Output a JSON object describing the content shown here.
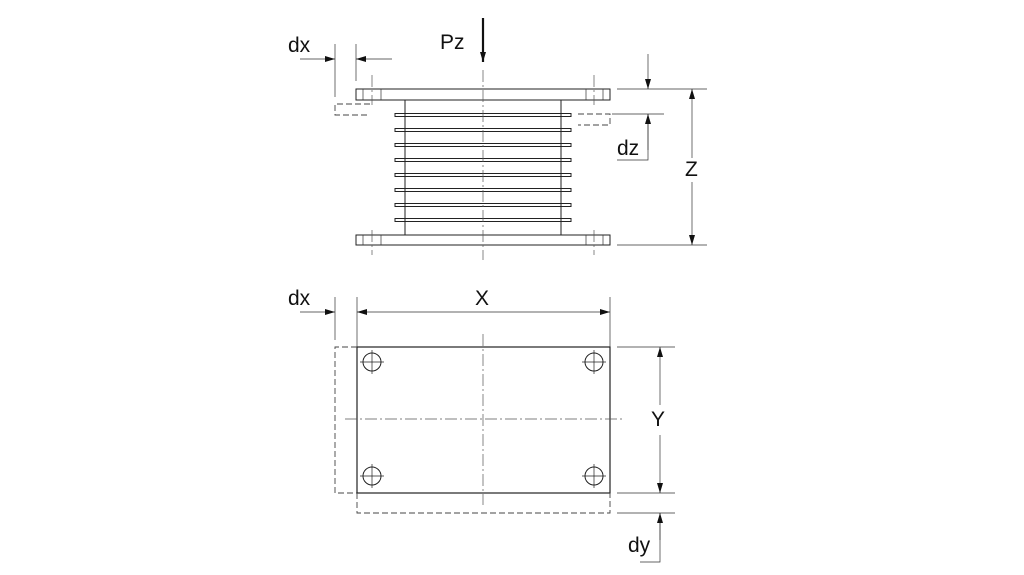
{
  "side_view": {
    "load_label": "Pz",
    "dx_label": "dx",
    "dz_label": "dz",
    "height_label": "Z",
    "shim_count": 8
  },
  "top_view": {
    "dx_label": "dx",
    "width_label": "X",
    "depth_label": "Y",
    "dy_label": "dy",
    "bolt_holes": 4
  }
}
